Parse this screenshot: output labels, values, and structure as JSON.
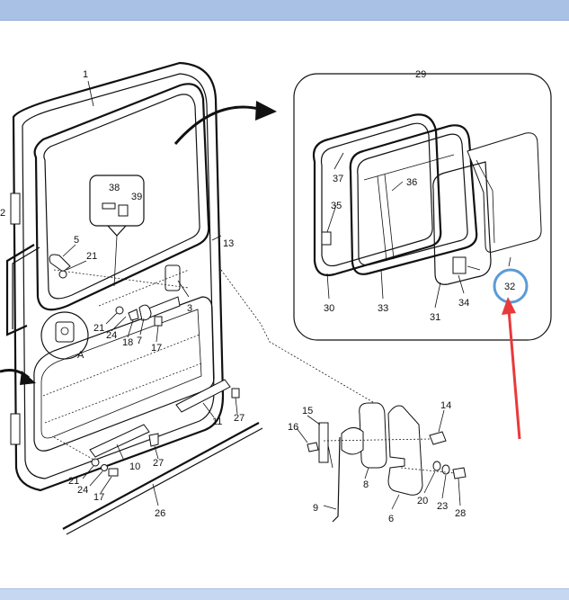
{
  "labels": {
    "p1": "1",
    "p2": "2",
    "p3": "3",
    "p5": "5",
    "p6": "6",
    "p7": "7",
    "p8": "8",
    "p9": "9",
    "p10": "10",
    "p11": "11",
    "p13": "13",
    "p14": "14",
    "p15": "15",
    "p16": "16",
    "p17a": "17",
    "p17b": "17",
    "p18": "18",
    "p20": "20",
    "p21a": "21",
    "p21b": "21",
    "p21c": "21",
    "p23": "23",
    "p24a": "24",
    "p24b": "24",
    "p26": "26",
    "p27a": "27",
    "p27b": "27",
    "p28": "28",
    "p29": "29",
    "p30": "30",
    "p31": "31",
    "p32": "32",
    "p33": "33",
    "p34": "34",
    "p35": "35",
    "p36": "36",
    "p37": "37",
    "p38": "38",
    "p39": "39",
    "pA": "A"
  },
  "colors": {
    "header": "#a9c1e4",
    "highlight_circle": "#5b9bd5",
    "arrow": "#e83a3a"
  }
}
